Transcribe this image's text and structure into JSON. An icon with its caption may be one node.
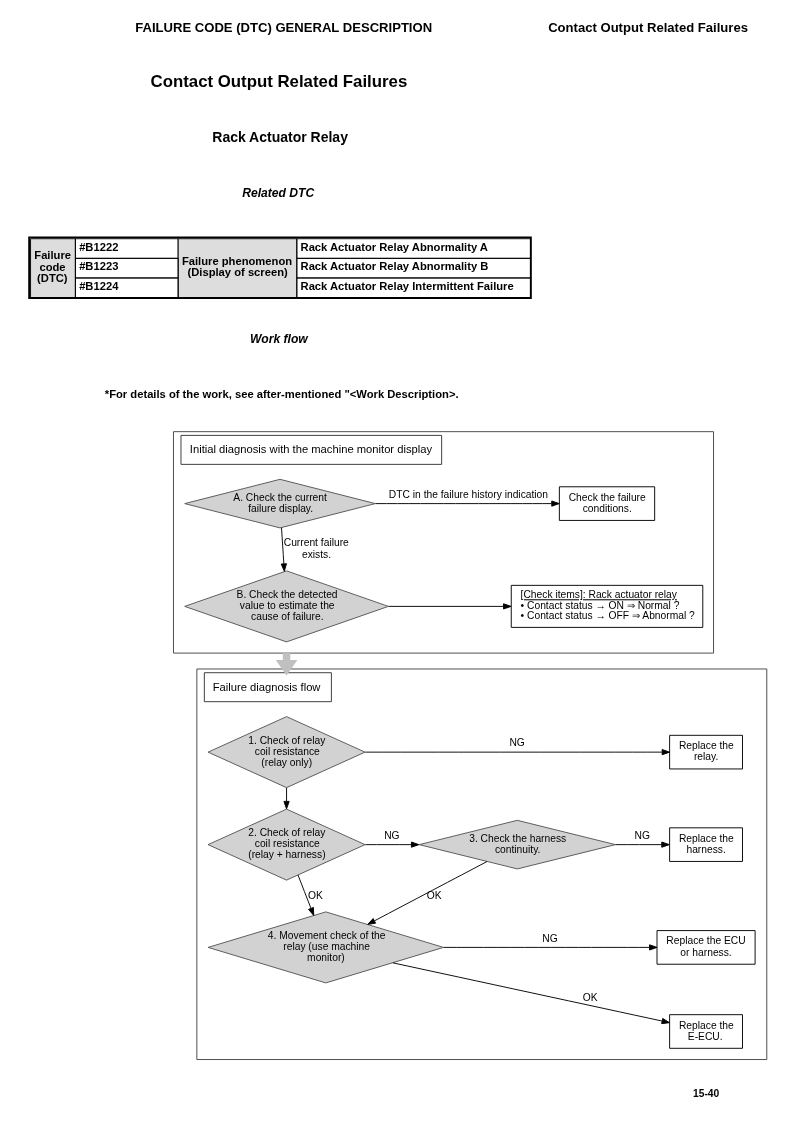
{
  "diagram": {
    "nodes": [
      {
        "text": [
          "Initial diagnosis with the machine monitor display"
        ]
      },
      {
        "text": [
          "A. Check the current failure display."
        ],
        "in": 0
      },
      {
        "text": [
          "Check the failure conditions."
        ],
        "in": 0
      },
      {
        "text": [
          "B. Check the detected value to estimate the cause of failure."
        ],
        "in": 0
      },
      {
        "text": [
          "[Check items]: Rack actuator relay",
          "• Contact status → ON ⇒ Normal ?",
          "• Contact status → OFF ⇒ Abnormal ?"
        ],
        "in": 0
      },
      {
        "text": [
          "Failure diagnosis flow"
        ]
      },
      {
        "text": [
          "1. Check of relay coil resistance (relay only)"
        ],
        "in": 5
      },
      {
        "text": [
          "Replace the relay."
        ],
        "in": 5
      },
      {
        "text": [
          "2. Check of relay coil resistance (relay + harness)"
        ],
        "in": 5
      },
      {
        "text": [
          "3. Check the harness continuity."
        ],
        "in": 5
      },
      {
        "text": [
          "Replace the harness."
        ],
        "in": 5
      },
      {
        "text": [
          "4. Movement check of the relay (use machine monitor)"
        ],
        "in": 5
      },
      {
        "text": [
          "Replace the ECU or harness."
        ],
        "in": 5
      },
      {
        "text": [
          "Replace the E-ECU."
        ],
        "in": 5
      }
    ],
    "edges": [
      {
        "from": 1,
        "to": 2,
        "arrow": "to",
        "label": "DTC in the failure history indication"
      },
      {
        "from": 1,
        "to": 3,
        "arrow": "to",
        "label": "Current failure exists."
      },
      {
        "from": 3,
        "to": 4,
        "arrow": "to"
      },
      {
        "from": 0,
        "to": 5,
        "arrow": "to",
        "style": "thick",
        "color": "#c0c0c0"
      },
      {
        "from": 6,
        "to": 7,
        "arrow": "to",
        "label": "NG"
      },
      {
        "from": 6,
        "to": 8,
        "arrow": "to"
      },
      {
        "from": 8,
        "to": 9,
        "arrow": "to",
        "label": "NG"
      },
      {
        "from": 9,
        "to": 10,
        "arrow": "to",
        "label": "NG"
      },
      {
        "from": 9,
        "to": 11,
        "arrow": "to",
        "label": "OK"
      },
      {
        "from": 8,
        "to": 11,
        "arrow": "to",
        "label": "OK"
      },
      {
        "from": 11,
        "to": 12,
        "arrow": "to",
        "label": "NG"
      },
      {
        "from": 11,
        "to": 13,
        "arrow": "to",
        "label": "OK"
      }
    ],
    "labels": [
      "FAILURE CODE (DTC) GENERAL DESCRIPTION",
      "Contact Output Related Failures",
      "Contact Output Related Failures",
      "Rack Actuator Relay",
      "Related DTC",
      "Failure code (DTC)",
      "#B1222",
      "Failure phenomenon (Display of screen)",
      "Rack Actuator Relay Abnormality A",
      "#B1223",
      "Rack Actuator Relay Abnormality B",
      "#B1224",
      "Rack Actuator Relay Intermittent Failure",
      "Work flow",
      "*For details of the work, see after-mentioned \"<Work Description>.",
      "15-40"
    ]
  }
}
